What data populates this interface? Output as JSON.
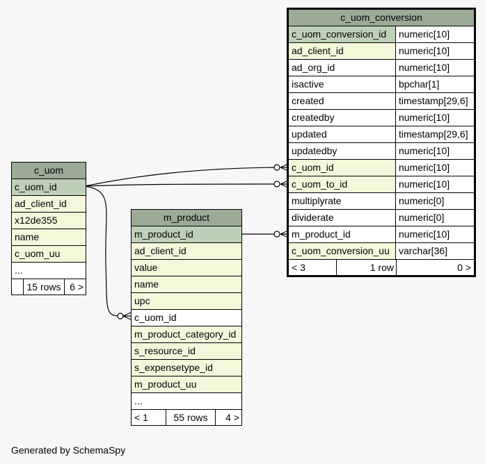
{
  "c_uom": {
    "name": "c_uom",
    "columns": [
      {
        "name": "c_uom_id",
        "kind": "pk"
      },
      {
        "name": "ad_client_id",
        "kind": "fk"
      },
      {
        "name": "x12de355",
        "kind": "fk"
      },
      {
        "name": "name",
        "kind": "fk"
      },
      {
        "name": "c_uom_uu",
        "kind": "fk"
      },
      {
        "name": "...",
        "kind": "plain"
      }
    ],
    "footer": {
      "left": "",
      "mid": "15 rows",
      "right": "6 >"
    }
  },
  "m_product": {
    "name": "m_product",
    "columns": [
      {
        "name": "m_product_id",
        "kind": "pk"
      },
      {
        "name": "ad_client_id",
        "kind": "fk"
      },
      {
        "name": "value",
        "kind": "fk"
      },
      {
        "name": "name",
        "kind": "fk"
      },
      {
        "name": "upc",
        "kind": "fk"
      },
      {
        "name": "c_uom_id",
        "kind": "plain"
      },
      {
        "name": "m_product_category_id",
        "kind": "fk"
      },
      {
        "name": "s_resource_id",
        "kind": "fk"
      },
      {
        "name": "s_expensetype_id",
        "kind": "fk"
      },
      {
        "name": "m_product_uu",
        "kind": "fk"
      },
      {
        "name": "...",
        "kind": "plain"
      }
    ],
    "footer": {
      "left": "< 1",
      "mid": "55 rows",
      "right": "4 >"
    }
  },
  "c_uom_conversion": {
    "name": "c_uom_conversion",
    "columns": [
      {
        "name": "c_uom_conversion_id",
        "type": "numeric[10]",
        "kind": "pk"
      },
      {
        "name": "ad_client_id",
        "type": "numeric[10]",
        "kind": "fk"
      },
      {
        "name": "ad_org_id",
        "type": "numeric[10]",
        "kind": "plain"
      },
      {
        "name": "isactive",
        "type": "bpchar[1]",
        "kind": "plain"
      },
      {
        "name": "created",
        "type": "timestamp[29,6]",
        "kind": "plain"
      },
      {
        "name": "createdby",
        "type": "numeric[10]",
        "kind": "plain"
      },
      {
        "name": "updated",
        "type": "timestamp[29,6]",
        "kind": "plain"
      },
      {
        "name": "updatedby",
        "type": "numeric[10]",
        "kind": "plain"
      },
      {
        "name": "c_uom_id",
        "type": "numeric[10]",
        "kind": "fk"
      },
      {
        "name": "c_uom_to_id",
        "type": "numeric[10]",
        "kind": "fk"
      },
      {
        "name": "multiplyrate",
        "type": "numeric[0]",
        "kind": "plain"
      },
      {
        "name": "dividerate",
        "type": "numeric[0]",
        "kind": "plain"
      },
      {
        "name": "m_product_id",
        "type": "numeric[10]",
        "kind": "plain"
      },
      {
        "name": "c_uom_conversion_uu",
        "type": "varchar[36]",
        "kind": "fk"
      }
    ],
    "footer": {
      "left": "< 3",
      "mid": "1 row",
      "right": "0 >"
    }
  },
  "generated_by": "Generated by SchemaSpy"
}
